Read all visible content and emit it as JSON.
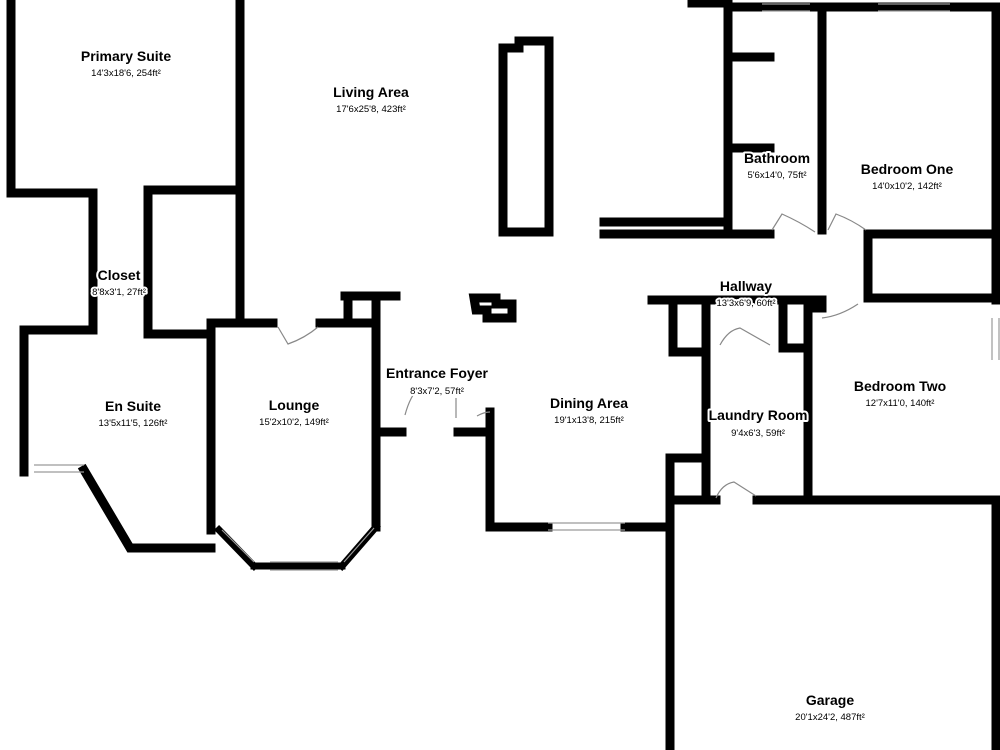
{
  "rooms": [
    {
      "name": "Primary Suite",
      "dims": "14'3x18'6, 254ft²"
    },
    {
      "name": "Living Area",
      "dims": "17'6x25'8, 423ft²"
    },
    {
      "name": "Bathroom",
      "dims": "5'6x14'0, 75ft²"
    },
    {
      "name": "Bedroom One",
      "dims": "14'0x10'2, 142ft²"
    },
    {
      "name": "Closet",
      "dims": "8'8x3'1, 27ft²"
    },
    {
      "name": "Hallway",
      "dims": "13'3x6'9, 60ft²"
    },
    {
      "name": "Entrance Foyer",
      "dims": "8'3x7'2, 57ft²"
    },
    {
      "name": "Lounge",
      "dims": "15'2x10'2, 149ft²"
    },
    {
      "name": "En Suite",
      "dims": "13'5x11'5, 126ft²"
    },
    {
      "name": "Dining Area",
      "dims": "19'1x13'8, 215ft²"
    },
    {
      "name": "Laundry Room",
      "dims": "9'4x6'3, 59ft²"
    },
    {
      "name": "Bedroom Two",
      "dims": "12'7x11'0, 140ft²"
    },
    {
      "name": "Garage",
      "dims": "20'1x24'2, 487ft²"
    }
  ]
}
